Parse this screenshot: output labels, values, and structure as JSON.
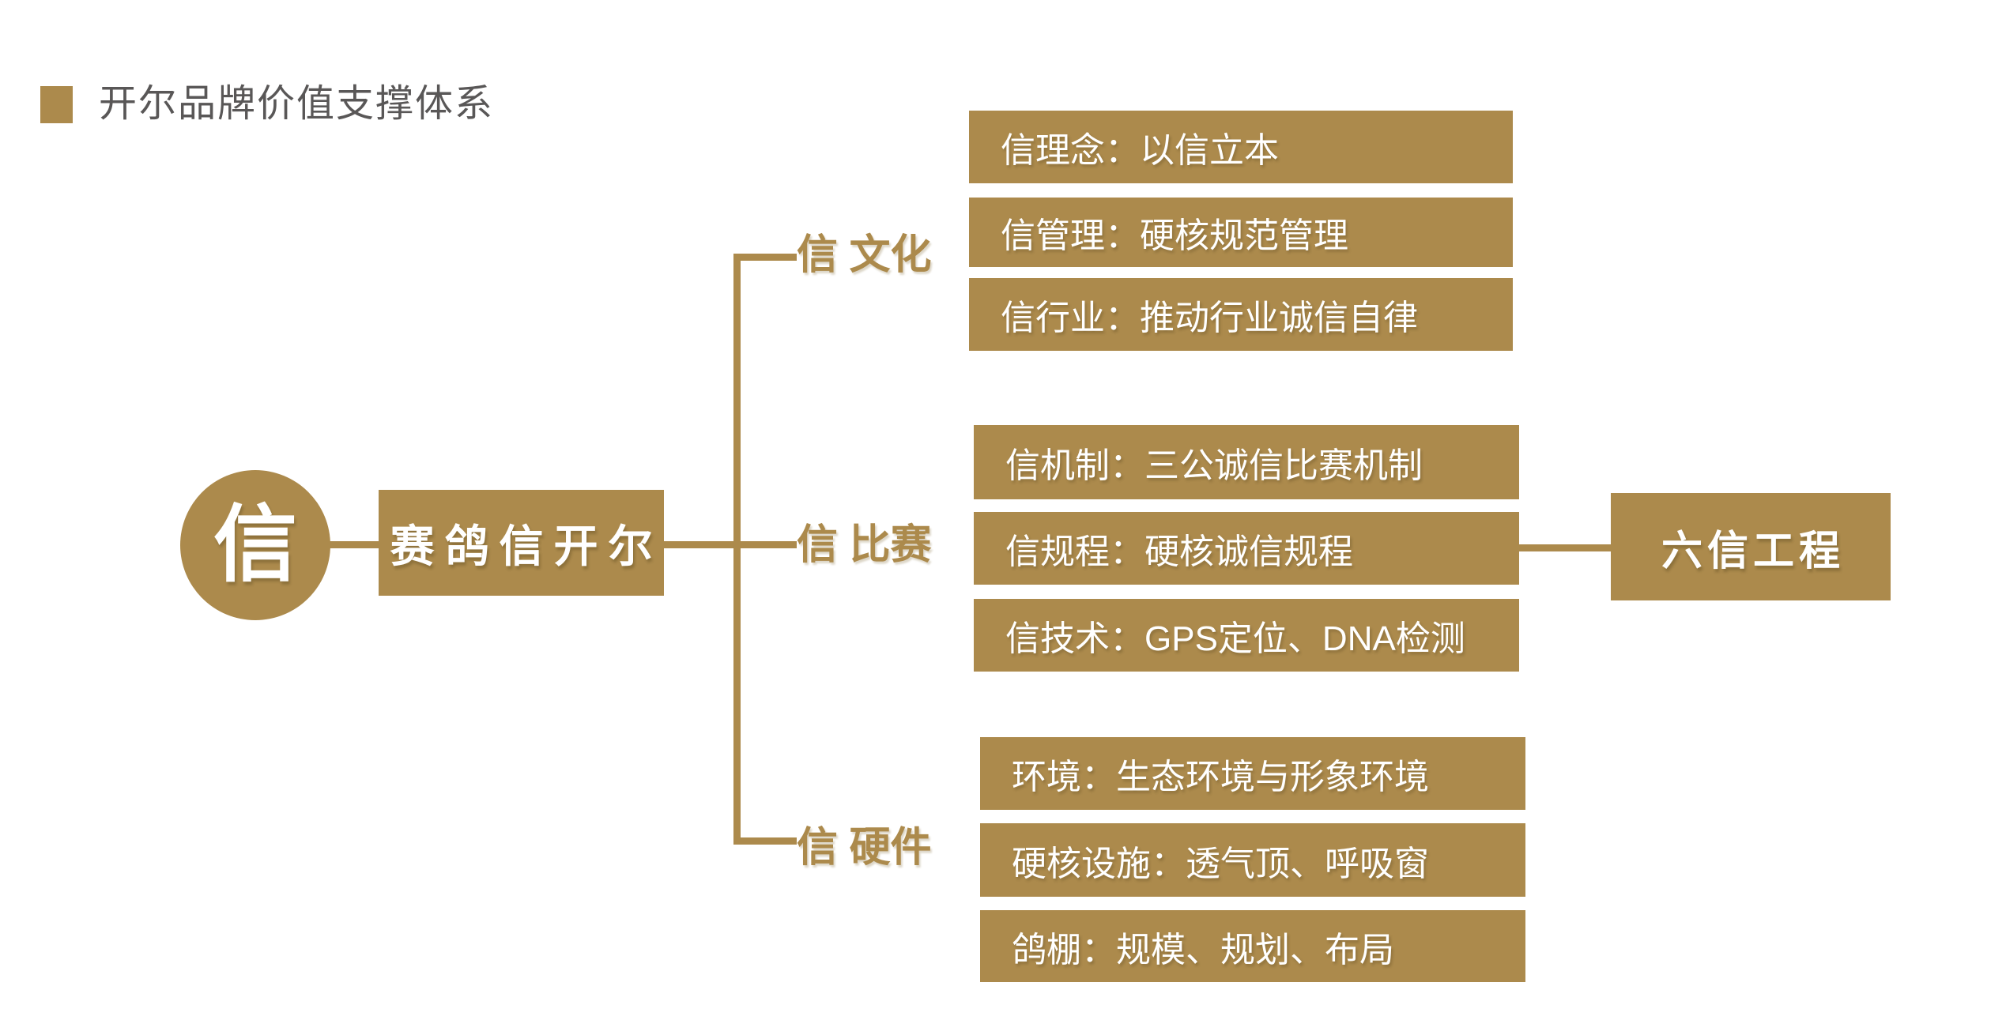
{
  "title": {
    "text": "开尔品牌价值支撑体系"
  },
  "colors": {
    "gold": "#AC8A4C",
    "title_gray": "#595757",
    "box_text": "#FFFFFF",
    "background": "#FFFFFF"
  },
  "root": {
    "label": "信"
  },
  "brand": {
    "label": "赛鸽信开尔"
  },
  "right_node": {
    "label": "六信工程"
  },
  "branches": [
    {
      "label": "信 文化",
      "items": [
        "信理念：以信立本",
        "信管理：硬核规范管理",
        "信行业：推动行业诚信自律"
      ]
    },
    {
      "label": "信 比赛",
      "items": [
        "信机制：三公诚信比赛机制",
        "信规程：硬核诚信规程",
        "信技术：GPS定位、DNA检测"
      ]
    },
    {
      "label": "信 硬件",
      "items": [
        "环境：生态环境与形象环境",
        "硬核设施：透气顶、呼吸窗",
        "鸽棚：规模、规划、布局"
      ]
    }
  ]
}
